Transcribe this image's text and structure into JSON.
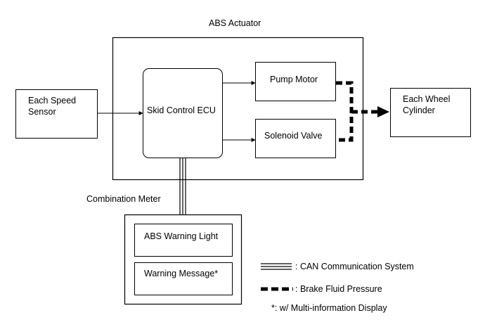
{
  "diagram": {
    "actuator_title": "ABS Actuator",
    "speed_sensor": [
      "Each Speed",
      "Sensor"
    ],
    "skid_ecu": "Skid Control ECU",
    "pump_motor": "Pump Motor",
    "solenoid_valve": "Solenoid Valve",
    "wheel_cylinder": [
      "Each Wheel",
      "Cylinder"
    ],
    "combination_meter": "Combination Meter",
    "abs_warning_light": "ABS Warning Light",
    "warning_message": "Warning Message*"
  },
  "legend": {
    "can_label": ":  CAN Communication System",
    "brake_label": ":  Brake Fluid Pressure",
    "footnote": "*: w/ Multi-information Display"
  }
}
